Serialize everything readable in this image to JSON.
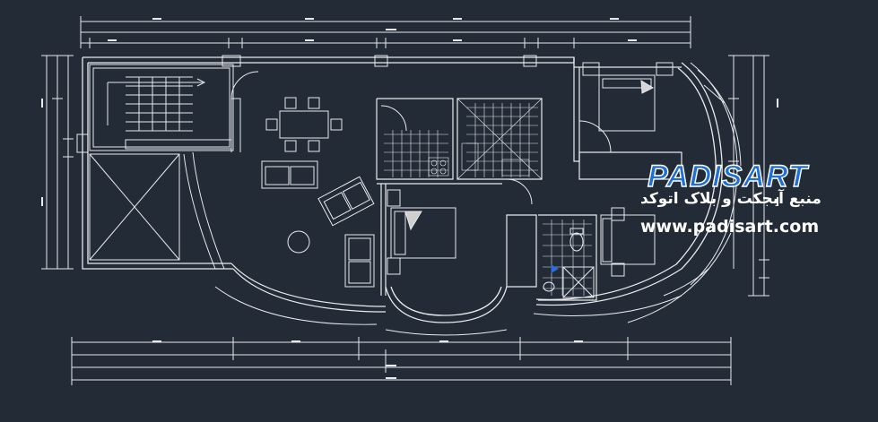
{
  "drawing": {
    "background": "#222b36",
    "line_color": "#e8eaee",
    "content": "architectural floor plan"
  },
  "watermark": {
    "brand": "PADISART",
    "tagline": "منبع آبجکت و بلاک اتوکد",
    "url": "www.padisart.com",
    "brand_color": "#1e6fd6",
    "text_color": "#ffffff"
  }
}
